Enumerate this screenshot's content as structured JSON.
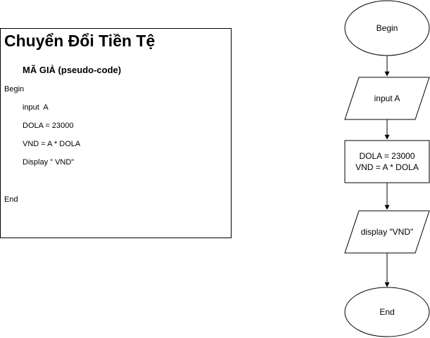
{
  "pseudocode": {
    "title": "Chuyển Đổi Tiền Tệ",
    "subtitle": "MÃ GIẢ (pseudo-code)",
    "lines": {
      "begin": "Begin",
      "input": "input  A",
      "dola": "DOLA = 23000",
      "vnd": "VND = A * DOLA",
      "display": "Display \" VND\"",
      "end": "End"
    }
  },
  "flowchart": {
    "start": "Begin",
    "input": "input A",
    "process_line1": "DOLA = 23000",
    "process_line2": "VND = A * DOLA",
    "output": "display \"VND\"",
    "end": "End"
  },
  "colors": {
    "stroke": "#000000",
    "fill": "#ffffff"
  }
}
